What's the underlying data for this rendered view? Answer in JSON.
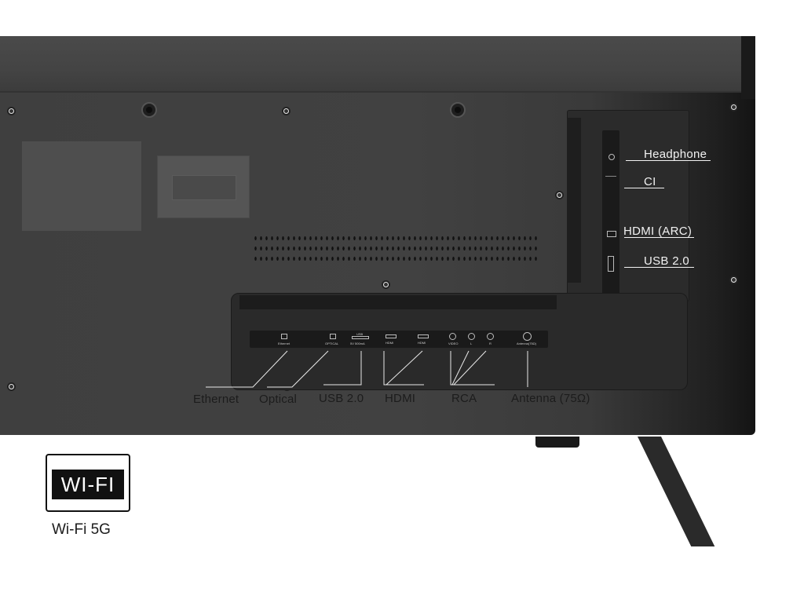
{
  "side_panel_labels": {
    "headphone": "Headphone",
    "ci": "CI",
    "hdmi_arc": "HDMI (ARC)",
    "usb": "USB 2.0"
  },
  "bottom_panel_labels": {
    "ethernet": "Ethernet",
    "optical": "Optical",
    "usb": "USB 2.0",
    "hdmi": "HDMI",
    "rca": "RCA",
    "antenna": "Antenna (75Ω)"
  },
  "port_strip_text": {
    "ethernet": "Ethernet",
    "optical": "OPTICAL",
    "usb_top": "USB",
    "usb_bottom": "5V    500mA",
    "hdmi_1": "HDMI",
    "hdmi_2": "HDMI",
    "rca_1": "VIDEO",
    "rca_2": "L",
    "rca_3": "R",
    "antenna": "Antenna(75Ω)"
  },
  "wifi_badge": {
    "logo_text": "WI-FI",
    "caption": "Wi-Fi 5G"
  }
}
